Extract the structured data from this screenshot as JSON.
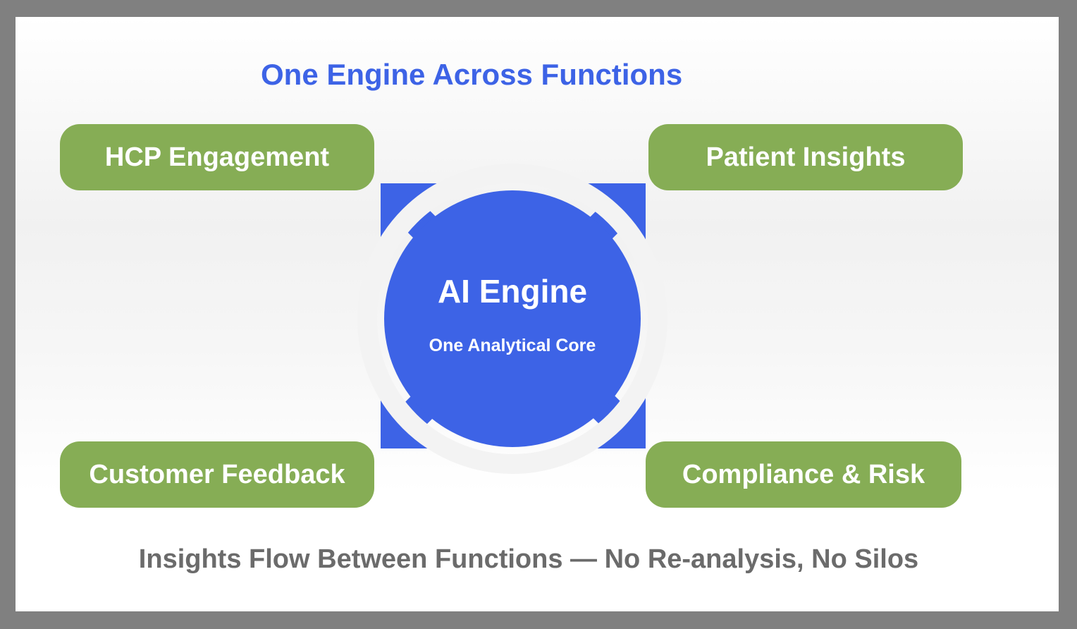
{
  "title": "One Engine Across Functions",
  "functions": {
    "top_left": "HCP Engagement",
    "top_right": "Patient Insights",
    "bottom_left": "Customer Feedback",
    "bottom_right": "Compliance & Risk"
  },
  "engine": {
    "title": "AI Engine",
    "subtitle": "One Analytical Core"
  },
  "footer": "Insights Flow Between Functions — No Re-analysis, No Silos",
  "colors": {
    "title": "#3d63e6",
    "engine": "#3d63e6",
    "pill": "#86ad55",
    "footer": "#6b6b6b",
    "frame": "#808080"
  }
}
